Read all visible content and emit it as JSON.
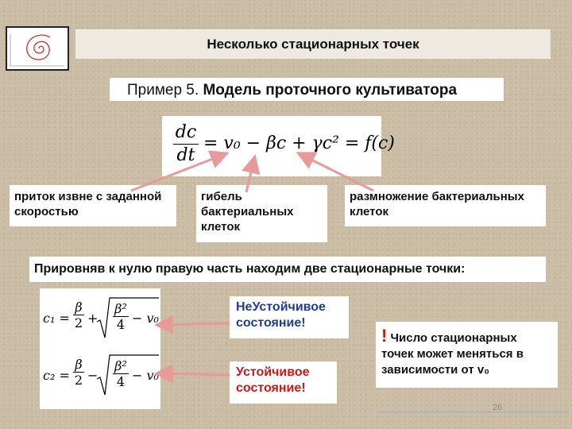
{
  "title": "Несколько стационарных точек",
  "example": {
    "prefix": "Пример 5.",
    "name": "Модель проточного культиватора"
  },
  "equation": {
    "lhs_num": "dc",
    "lhs_den": "dt",
    "rhs": "= v₀ − βc + γc² = f(c)"
  },
  "labels": {
    "inflow": "приток извне с заданной скоростью",
    "death": "гибель бактериальных клеток",
    "reproduction": "размножение бактериальных клеток"
  },
  "zero_text": "Прировняв к нулю правую часть находим две стационарные точки:",
  "roots": {
    "c1_lhs": "c₁ =",
    "c2_lhs": "c₂ =",
    "beta": "β",
    "two": "2",
    "four": "4",
    "beta_sq": "β²",
    "plus": "+",
    "minus": "−",
    "v0": "− v₀"
  },
  "states": {
    "unstable": "НеУстойчивое состояние!",
    "stable": "Устойчивое состояние!"
  },
  "note": {
    "mark": "!",
    "text": "Число стационарных точек может меняться в зависимости от v₀"
  },
  "page_number": "26",
  "colors": {
    "background": "#cbbda5",
    "arrow": "#e89a9a",
    "unstable": "#1f3b9b",
    "stable": "#d01515"
  }
}
